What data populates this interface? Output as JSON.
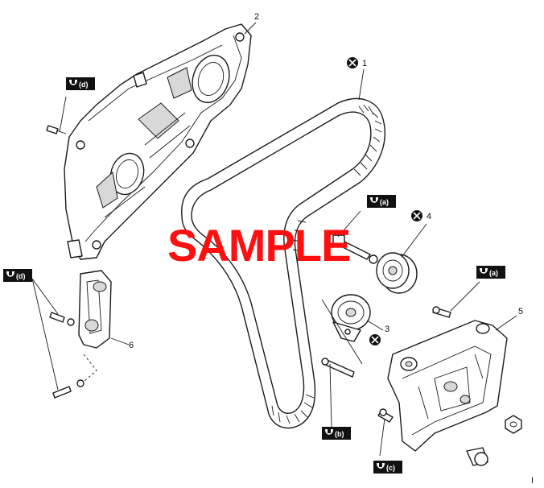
{
  "callouts": {
    "p1": "1",
    "p2": "2",
    "p3": "3",
    "p4": "4",
    "p5": "5",
    "p6": "6"
  },
  "torque_labels": {
    "d_top": "(d)",
    "d_left": "(d)",
    "a_idler": "(a)",
    "a_bracket": "(a)",
    "b_bolt": "(b)",
    "c_bolt": "(c)"
  },
  "watermark": "SAMPLE",
  "corner_mark": "I"
}
